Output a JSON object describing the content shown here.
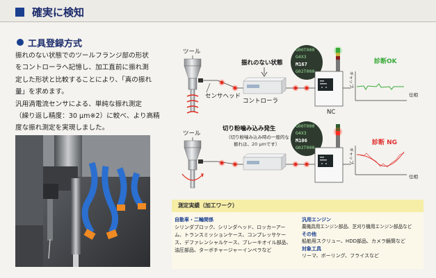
{
  "header": {
    "title": "確実に検知"
  },
  "section": {
    "title": "工具登録方式"
  },
  "description": {
    "lines": [
      "振れのない状態でのツールフランジ部の形状",
      "をコントローラへ記憶し、加工直前に振れ測",
      "定した形状と比較することにより、「真の振れ",
      "量」を求めます。",
      "汎用渦電流センサによる、単純な振れ測定",
      "（繰り返し精度：30 µm※2）に較べ、より高精",
      "度な振れ測定を実現しました。"
    ]
  },
  "diagram_ok": {
    "tool_label": "ツール",
    "state_label": "振れのない状態",
    "sensor_label": "センサヘッド",
    "controller_label": "コントローラ",
    "nc_label": "NC",
    "code_lines": [
      "G00T000",
      "G4X3",
      "M167",
      "G02T000"
    ],
    "result_label": "診断OK",
    "axis_y": "ギャップ",
    "axis_x": "位相"
  },
  "diagram_ng": {
    "tool_label": "ツール",
    "state_label": "切り粉噛み込み発生",
    "state_note_1": "（切り粉噛み込み時の一般的な",
    "state_note_2": "振れは、20 µmです）",
    "code_lines": [
      "G00T000",
      "G4X3",
      "M106",
      "G02T000"
    ],
    "result_label": "診断 NG",
    "axis_y": "ギャップ",
    "axis_x": "位相"
  },
  "results": {
    "heading": "測定実績（加工ワーク）",
    "categories": [
      {
        "title": "自動車・二輪関係",
        "lines": [
          "シリンダブロック、シリンダヘッド、ロッカーアー",
          "ム、トランスミッションケース、コンプレッサケー",
          "ス、デファレンシャルケース、ブレーキオイル部品、",
          "油圧部品、ターボチャージャーインペラなど"
        ]
      },
      {
        "title": "汎用エンジン",
        "lines": [
          "農機具用エンジン部品、芝刈り機用エンジン部品など"
        ]
      },
      {
        "title": "その他",
        "lines": [
          "船舶用スクリュー、HDD部品、カメラ鏡筒など"
        ]
      },
      {
        "title": "対象工具",
        "lines": [
          "リーマ、ボーリング、フライスなど"
        ]
      }
    ]
  },
  "colors": {
    "brand": "#1b3f8f",
    "ok": "#3aa93a",
    "ng": "#e03030",
    "signal": "#e03020"
  }
}
